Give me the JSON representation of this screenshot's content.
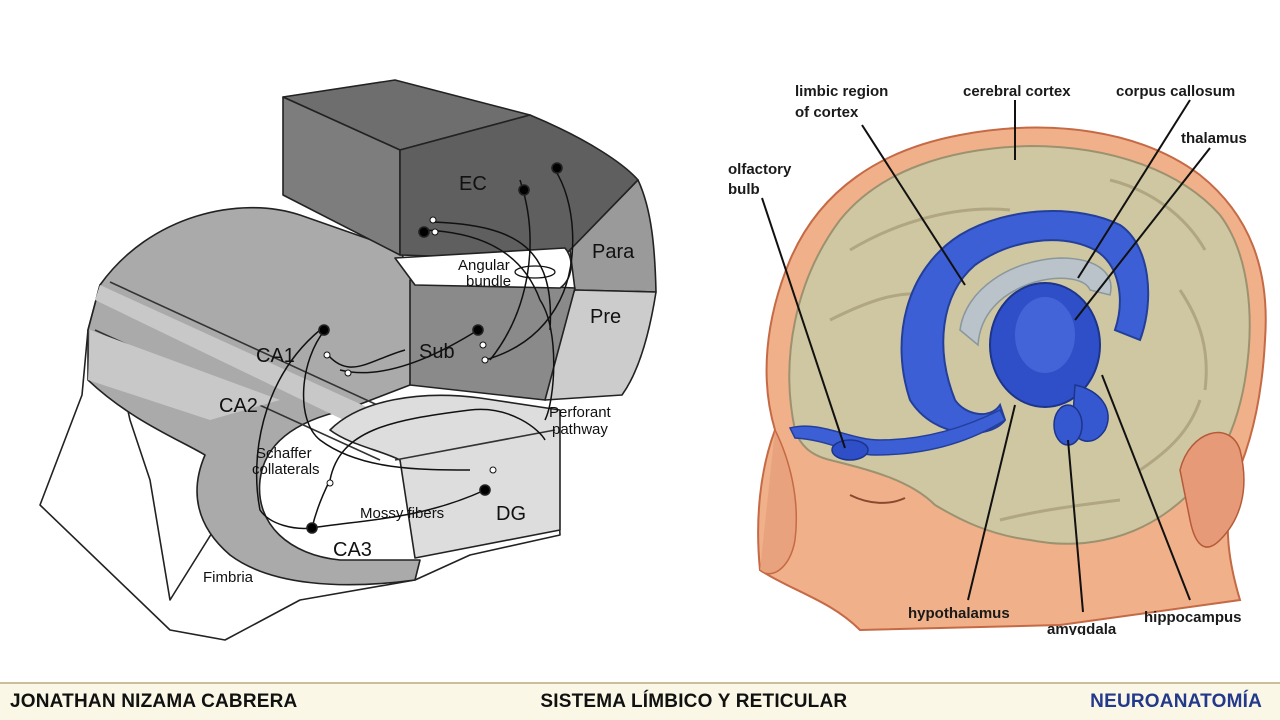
{
  "left_diagram": {
    "labels": {
      "ec": "EC",
      "para": "Para",
      "pre": "Pre",
      "angular_1": "Angular",
      "angular_2": "bundle",
      "ca1": "CA1",
      "sub": "Sub",
      "ca2": "CA2",
      "perforant_1": "Perforant",
      "perforant_2": "pathway",
      "schaffer_1": "Schaffer",
      "schaffer_2": "collaterals",
      "mossy": "Mossy fibers",
      "dg": "DG",
      "ca3": "CA3",
      "fimbria": "Fimbria"
    }
  },
  "right_diagram": {
    "labels": {
      "limbic_1": "limbic region",
      "limbic_2": "of cortex",
      "cerebral": "cerebral cortex",
      "corpus": "corpus callosum",
      "thalamus": "thalamus",
      "olfactory_1": "olfactory",
      "olfactory_2": "bulb",
      "hypothalamus": "hypothalamus",
      "amygdala": "amygdala",
      "hippocampus": "hippocampus"
    }
  },
  "footer": {
    "author": "JONATHAN NIZAMA CABRERA",
    "title": "SISTEMA LÍMBICO Y RETICULAR",
    "subject": "NEUROANATOMÍA"
  }
}
